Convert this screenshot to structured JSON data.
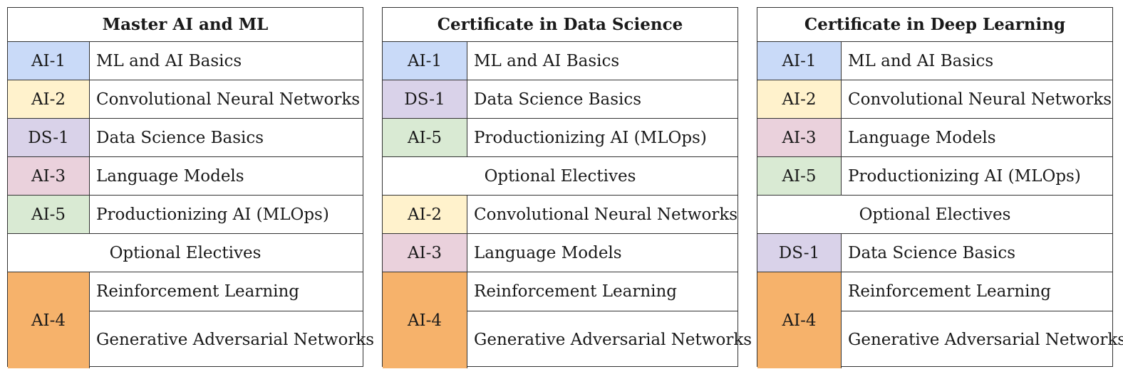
{
  "colors": {
    "AI-1": "#c9daf8",
    "AI-2": "#fff2cc",
    "DS-1": "#d9d2e9",
    "AI-3": "#ead1dc",
    "AI-5": "#d9ead3",
    "AI-4": "#f6b26b"
  },
  "programs": [
    {
      "title": "Master AI and ML",
      "core": [
        {
          "code": "AI-1",
          "name": "ML and AI Basics"
        },
        {
          "code": "AI-2",
          "name": "Convolutional Neural Networks"
        },
        {
          "code": "DS-1",
          "name": "Data Science Basics"
        },
        {
          "code": "AI-3",
          "name": "Language Models"
        },
        {
          "code": "AI-5",
          "name": "Productionizing AI (MLOps)"
        }
      ],
      "electives_label": "Optional Electives",
      "electives": [],
      "group": {
        "code": "AI-4",
        "names": [
          "Reinforcement Learning",
          "Generative Adversarial Networks"
        ]
      }
    },
    {
      "title": "Certificate in Data Science",
      "core": [
        {
          "code": "AI-1",
          "name": "ML and AI Basics"
        },
        {
          "code": "DS-1",
          "name": "Data Science Basics"
        },
        {
          "code": "AI-5",
          "name": "Productionizing AI (MLOps)"
        }
      ],
      "electives_label": "Optional Electives",
      "electives": [
        {
          "code": "AI-2",
          "name": "Convolutional Neural Networks"
        },
        {
          "code": "AI-3",
          "name": "Language Models"
        }
      ],
      "group": {
        "code": "AI-4",
        "names": [
          "Reinforcement Learning",
          "Generative Adversarial Networks"
        ]
      }
    },
    {
      "title": "Certificate in Deep Learning",
      "core": [
        {
          "code": "AI-1",
          "name": "ML and AI Basics"
        },
        {
          "code": "AI-2",
          "name": "Convolutional Neural Networks"
        },
        {
          "code": "AI-3",
          "name": "Language Models"
        },
        {
          "code": "AI-5",
          "name": "Productionizing AI (MLOps)"
        }
      ],
      "electives_label": "Optional Electives",
      "electives": [
        {
          "code": "DS-1",
          "name": "Data Science Basics"
        }
      ],
      "group": {
        "code": "AI-4",
        "names": [
          "Reinforcement Learning",
          "Generative Adversarial Networks"
        ]
      }
    }
  ]
}
